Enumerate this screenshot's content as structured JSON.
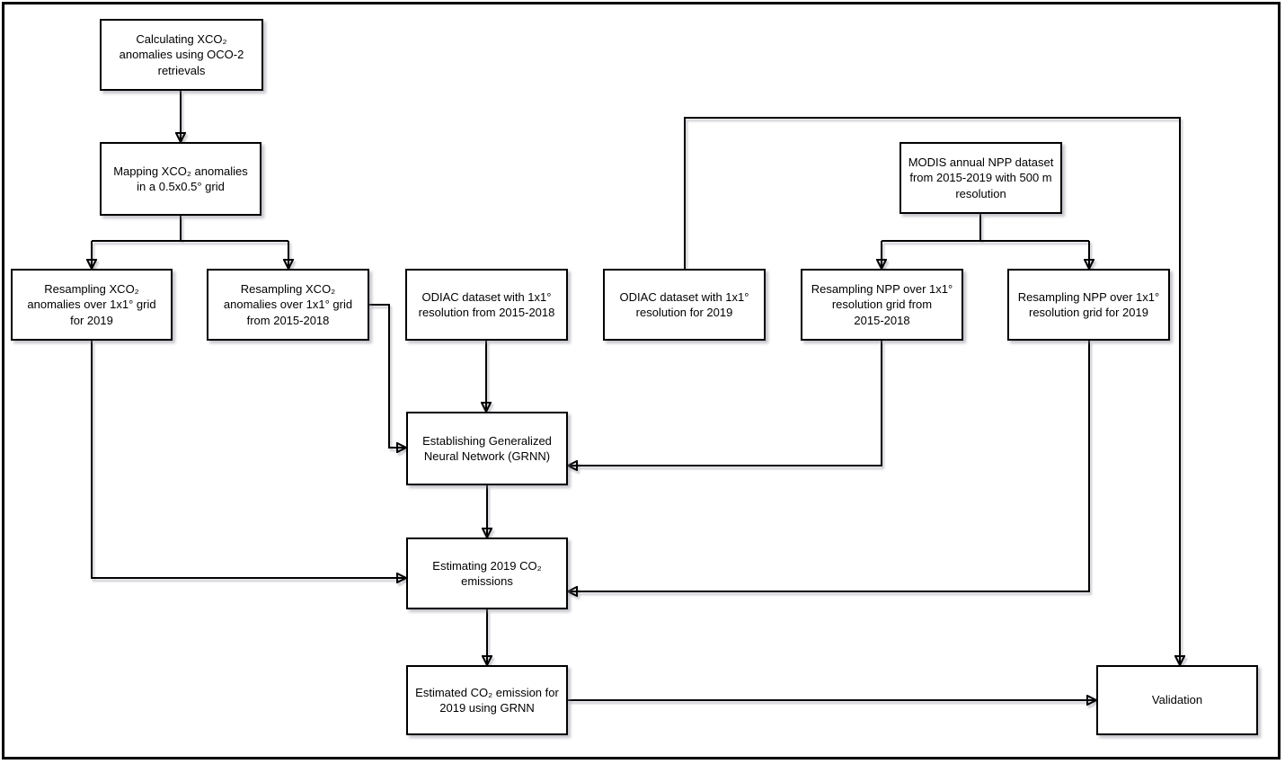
{
  "colors": {
    "background": "#ffffff",
    "box_fill": "#ffffff",
    "box_border": "#000000",
    "connector": "#000000"
  },
  "nodes": {
    "calc_xco2": {
      "label": "Calculating XCO₂\nanomalies using OCO-2\nretrievals"
    },
    "map_xco2": {
      "label": "Mapping XCO₂ anomalies\nin a 0.5x0.5° grid"
    },
    "resamp_xco2_2019": {
      "label": "Resampling XCO₂\nanomalies over 1x1° grid\nfor 2019"
    },
    "resamp_xco2_1518": {
      "label": "Resampling XCO₂\nanomalies over 1x1° grid\nfrom 2015-2018"
    },
    "odiac_1518": {
      "label": "ODIAC dataset with 1x1°\nresolution from 2015-2018"
    },
    "odiac_2019": {
      "label": "ODIAC dataset with 1x1°\nresolution for 2019"
    },
    "resamp_npp_1518": {
      "label": "Resampling NPP over 1x1°\nresolution grid from\n2015-2018"
    },
    "resamp_npp_2019": {
      "label": "Resampling NPP over 1x1°\nresolution grid for 2019"
    },
    "modis": {
      "label": "MODIS annual NPP dataset\nfrom 2015-2019 with 500 m\nresolution"
    },
    "grnn": {
      "label": "Establishing Generalized\nNeural Network (GRNN)"
    },
    "estimating": {
      "label": "Estimating 2019 CO₂\nemissions"
    },
    "estimated": {
      "label": "Estimated CO₂ emission for\n2019 using GRNN"
    },
    "validation": {
      "label": "Validation"
    }
  },
  "edges": [
    {
      "from": "calc_xco2",
      "to": "map_xco2"
    },
    {
      "from": "map_xco2",
      "to": "resamp_xco2_2019"
    },
    {
      "from": "map_xco2",
      "to": "resamp_xco2_1518"
    },
    {
      "from": "resamp_xco2_1518",
      "to": "grnn"
    },
    {
      "from": "odiac_1518",
      "to": "grnn"
    },
    {
      "from": "resamp_npp_1518",
      "to": "grnn"
    },
    {
      "from": "modis",
      "to": "resamp_npp_1518"
    },
    {
      "from": "modis",
      "to": "resamp_npp_2019"
    },
    {
      "from": "resamp_xco2_2019",
      "to": "estimating"
    },
    {
      "from": "grnn",
      "to": "estimating"
    },
    {
      "from": "resamp_npp_2019",
      "to": "estimating"
    },
    {
      "from": "estimating",
      "to": "estimated"
    },
    {
      "from": "estimated",
      "to": "validation"
    },
    {
      "from": "odiac_2019",
      "to": "validation"
    }
  ]
}
